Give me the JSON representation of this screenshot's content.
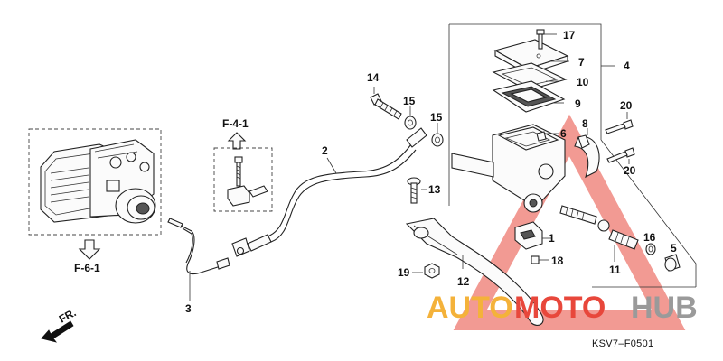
{
  "diagram": {
    "callouts": [
      "1",
      "2",
      "3",
      "4",
      "5",
      "6",
      "7",
      "8",
      "9",
      "10",
      "11",
      "12",
      "13",
      "14",
      "15",
      "15",
      "16",
      "17",
      "18",
      "19",
      "20",
      "20"
    ],
    "refs": {
      "up": "F-4-1",
      "down": "F-6-1"
    },
    "direction_label": "FR.",
    "part_code": "KSV7–F0501"
  },
  "watermark": {
    "text_a": "AUTO",
    "text_b": "MOTO",
    "text_c": "HUB",
    "color_orange": "#f4b23a",
    "color_red": "#e8473b",
    "color_gray": "#9a9a9a"
  }
}
